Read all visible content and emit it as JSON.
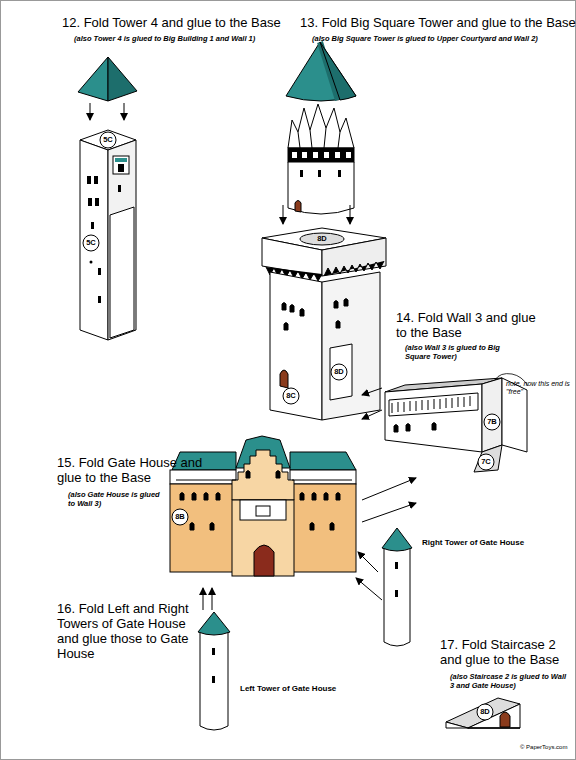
{
  "diagram": {
    "labels": [
      "12. Fold Tower 4 and glue to the Base",
      "(also Tower 4 is glued to Big Building 1 and Wall 1)",
      "13. Fold Big Square Tower and glue to the Base",
      "(also Big Square Tower is glued to Upper Courtyard and Wall 2)",
      "14. Fold Wall 3 and glue to the Base",
      "(also Wall 3 is glued to Big Square Tower)",
      "note, now this end is \"free\"",
      "15. Fold Gate House and glue to the Base",
      "(also Gate House is glued to Wall 3)",
      "16. Fold Left and Right Towers of Gate House and glue those to Gate House",
      "17. Fold Staircase 2 and glue to the Base",
      "(also Staircase 2 is glued to Wall 3 and Gate House)",
      "Right Tower of Gate House",
      "Left Tower of Gate House",
      "© PaperToys.com",
      "5C",
      "5C",
      "8D",
      "8C",
      "8D",
      "7B",
      "7C",
      "8B",
      "8D"
    ]
  }
}
